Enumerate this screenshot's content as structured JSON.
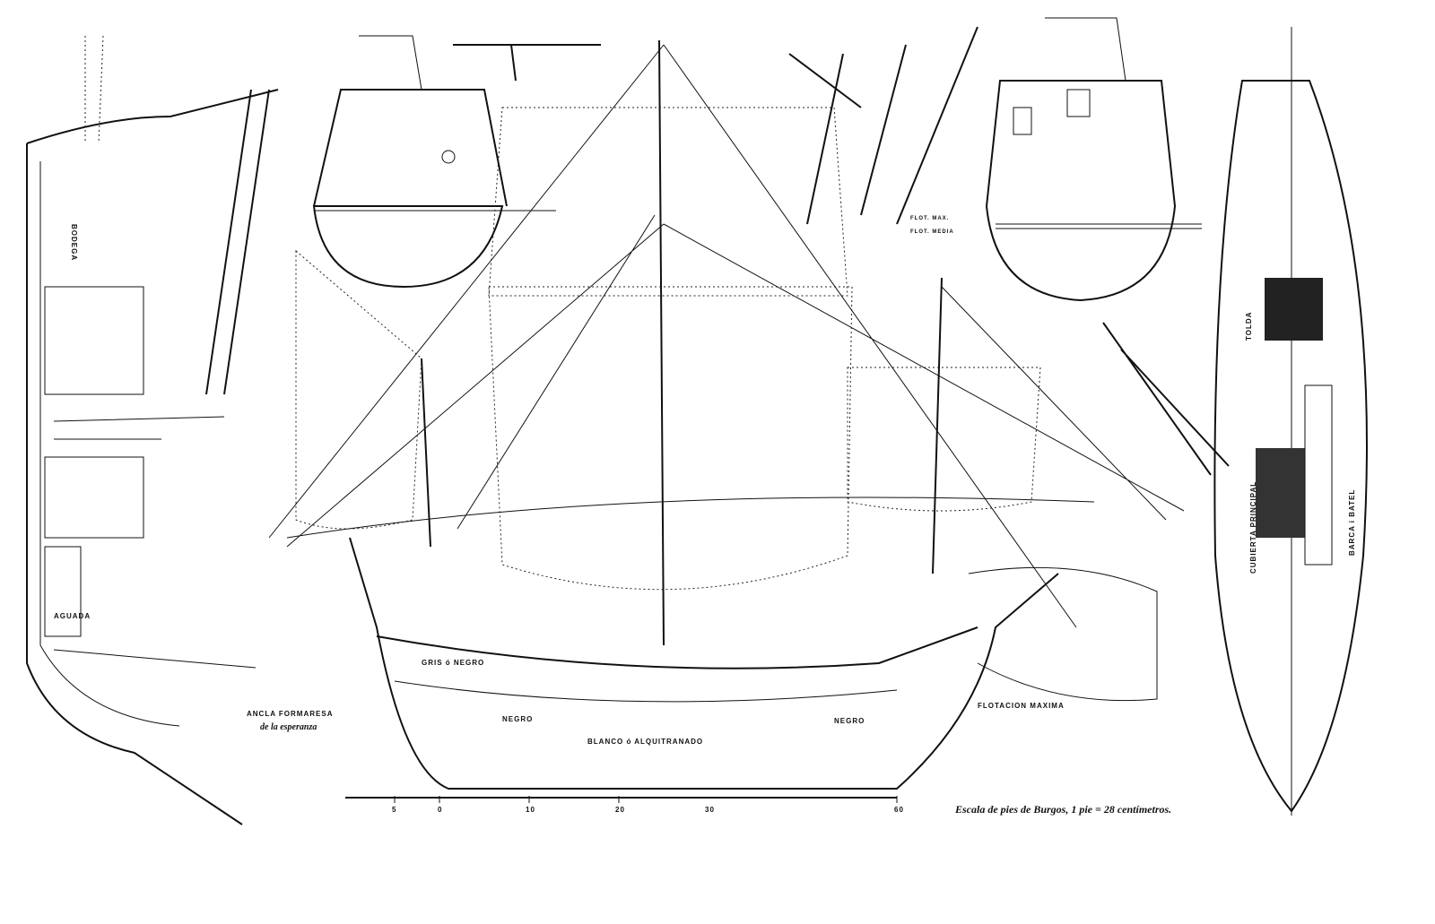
{
  "diagram": {
    "caption": "Escala de pies de Burgos, 1 pie = 28 centímetros.",
    "scale_ticks": [
      "5",
      "0",
      "10",
      "20",
      "30",
      "60"
    ],
    "labels": {
      "anchor": "ANCLA FORMARESA",
      "anchor_sub": "de la esperanza",
      "black_1": "NEGRO",
      "black_2": "NEGRO",
      "white_tar": "BLANCO ó ALQUITRANADO",
      "waterline": "FLOTACION MAXIMA",
      "main_deck": "CUBIERTA PRINCIPAL",
      "boat": "BARCA i BATEL",
      "poop": "TOLDA",
      "water": "AGUADA",
      "hold": "BODEGA",
      "grey_black": "GRIS ó NEGRO",
      "flot_min": "FLOT. MAX.",
      "flot_lig": "FLOT. MEDIA"
    }
  }
}
